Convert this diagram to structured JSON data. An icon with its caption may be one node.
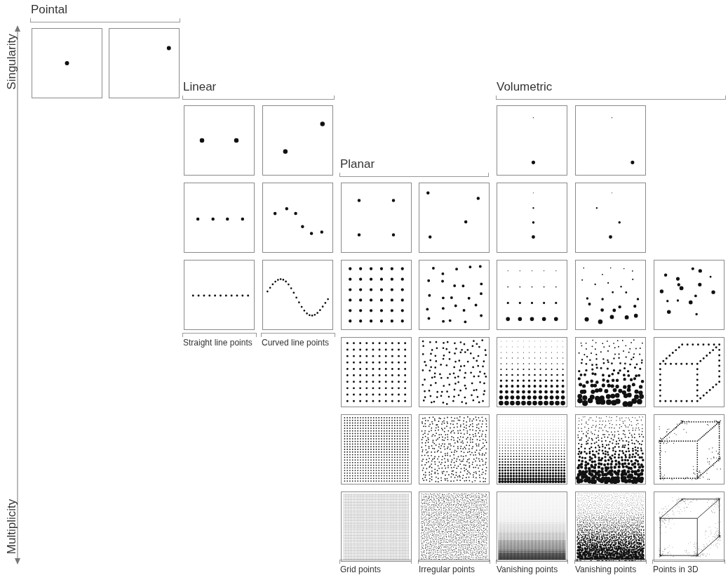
{
  "diagram": {
    "labels": [
      "Pointal",
      "Singularity",
      "Linear",
      "Volumetric",
      "Planar",
      "Straight line points",
      "Curved line points",
      "Multiplicity",
      "Grid points",
      "Irregular points",
      "Vanishing points",
      "Vanishing points",
      "Points in 3D"
    ]
  }
}
